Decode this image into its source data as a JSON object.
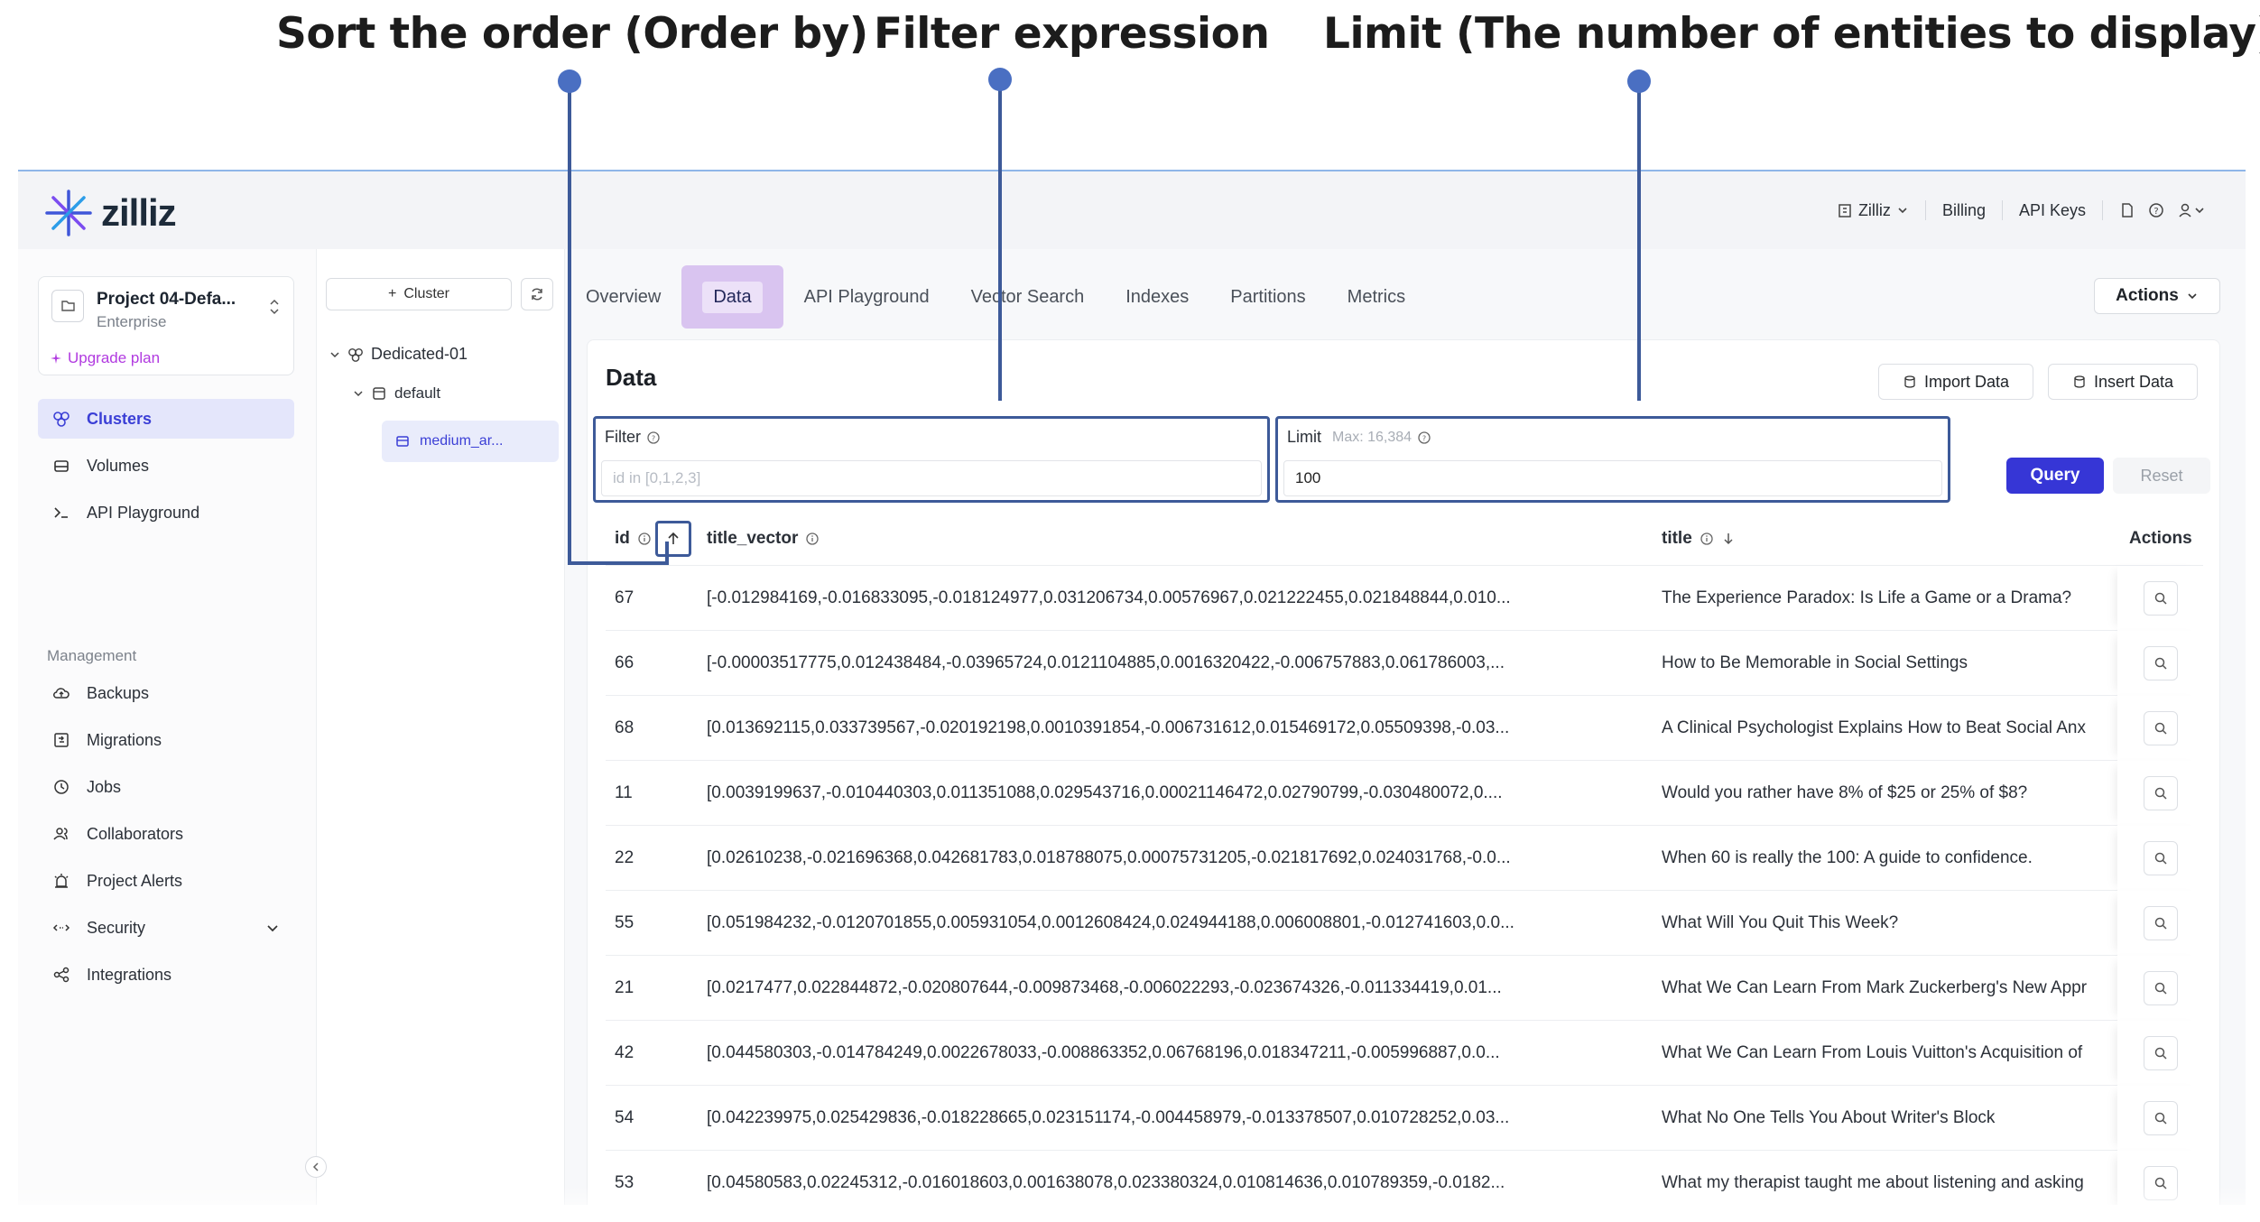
{
  "annotations": {
    "order_by": "Sort the order (Order by)",
    "filter": "Filter expression",
    "limit": "Limit (The number of entities to display)"
  },
  "header": {
    "brand": "zilliz",
    "org": "Zilliz",
    "billing": "Billing",
    "api_keys": "API Keys"
  },
  "sidebar": {
    "project_name": "Project 04-Defa...",
    "project_tier": "Enterprise",
    "upgrade": "Upgrade plan",
    "items": [
      {
        "label": "Clusters",
        "icon": "clusters-icon"
      },
      {
        "label": "Volumes",
        "icon": "volumes-icon"
      },
      {
        "label": "API Playground",
        "icon": "terminal-icon"
      }
    ],
    "section": "Management",
    "management": [
      {
        "label": "Backups",
        "icon": "backup-icon"
      },
      {
        "label": "Migrations",
        "icon": "migration-icon"
      },
      {
        "label": "Jobs",
        "icon": "jobs-icon"
      },
      {
        "label": "Collaborators",
        "icon": "collaborators-icon"
      },
      {
        "label": "Project Alerts",
        "icon": "alert-icon"
      },
      {
        "label": "Security",
        "icon": "security-icon"
      },
      {
        "label": "Integrations",
        "icon": "integrations-icon"
      }
    ]
  },
  "tree": {
    "cluster_button": "Cluster",
    "cluster": "Dedicated-01",
    "database": "default",
    "collection": "medium_ar..."
  },
  "tabs": [
    "Overview",
    "Data",
    "API Playground",
    "Vector Search",
    "Indexes",
    "Partitions",
    "Metrics"
  ],
  "active_tab": "Data",
  "actions_label": "Actions",
  "panel": {
    "title": "Data",
    "import": "Import Data",
    "insert": "Insert Data",
    "filter_label": "Filter",
    "filter_placeholder": "id in [0,1,2,3]",
    "limit_label": "Limit",
    "limit_max": "Max: 16,384",
    "limit_value": "100",
    "query": "Query",
    "reset": "Reset"
  },
  "table": {
    "columns": {
      "id": "id",
      "vector": "title_vector",
      "title": "title",
      "actions": "Actions"
    },
    "rows": [
      {
        "id": "67",
        "vector": "[-0.012984169,-0.016833095,-0.018124977,0.031206734,0.00576967,0.021222455,0.021848844,0.010...",
        "title": "The Experience Paradox: Is Life a Game or a Drama?"
      },
      {
        "id": "66",
        "vector": "[-0.00003517775,0.012438484,-0.03965724,0.0121104885,0.0016320422,-0.006757883,0.061786003,...",
        "title": "How to Be Memorable in Social Settings"
      },
      {
        "id": "68",
        "vector": "[0.013692115,0.033739567,-0.020192198,0.0010391854,-0.006731612,0.015469172,0.05509398,-0.03...",
        "title": "A Clinical Psychologist Explains How to Beat Social Anx"
      },
      {
        "id": "11",
        "vector": "[0.0039199637,-0.010440303,0.011351088,0.029543716,0.00021146472,0.02790799,-0.030480072,0....",
        "title": "Would you rather have 8% of $25 or 25% of $8?"
      },
      {
        "id": "22",
        "vector": "[0.02610238,-0.021696368,0.042681783,0.018788075,0.00075731205,-0.021817692,0.024031768,-0.0...",
        "title": "When 60 is really the 100: A guide to confidence."
      },
      {
        "id": "55",
        "vector": "[0.051984232,-0.0120701855,0.005931054,0.0012608424,0.024944188,0.006008801,-0.012741603,0.0...",
        "title": "What Will You Quit This Week?"
      },
      {
        "id": "21",
        "vector": "[0.0217477,0.022844872,-0.020807644,-0.009873468,-0.006022293,-0.023674326,-0.011334419,0.01...",
        "title": "What We Can Learn From Mark Zuckerberg's New Appr"
      },
      {
        "id": "42",
        "vector": "[0.044580303,-0.014784249,0.0022678033,-0.008863352,0.06768196,0.018347211,-0.005996887,0.0...",
        "title": "What We Can Learn From Louis Vuitton's Acquisition of"
      },
      {
        "id": "54",
        "vector": "[0.042239975,0.025429836,-0.018228665,0.023151174,-0.004458979,-0.013378507,0.010728252,0.03...",
        "title": "What No One Tells You About Writer's Block"
      },
      {
        "id": "53",
        "vector": "[0.04580583,0.02245312,-0.016018603,0.001638078,0.023380324,0.010814636,0.010789359,-0.0182...",
        "title": "What my therapist taught me about listening and asking"
      }
    ]
  },
  "colors": {
    "accent": "#3636d6",
    "callout": "#3d5a99",
    "active_tab": "#d9c4f0"
  }
}
